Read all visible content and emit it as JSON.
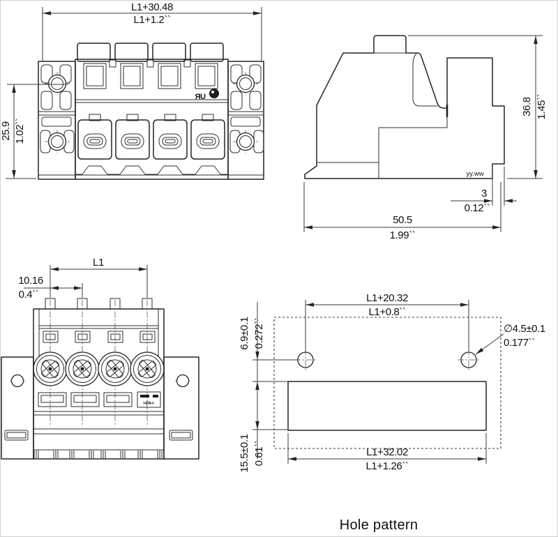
{
  "caption": "Hole pattern",
  "markings": {
    "date_code": "yy.ww",
    "ul": "ЯU",
    "material": ">PA<"
  },
  "front_view": {
    "width_mm": "L1+30.48",
    "width_in": "L1+1.2``",
    "height_mm": "25.9",
    "height_in": "1.02``"
  },
  "side_view": {
    "height_mm": "36.8",
    "height_in": "1.45``",
    "step_mm": "3",
    "step_in": "0.12``",
    "depth_mm": "50.5",
    "depth_in": "1.99``"
  },
  "top_view": {
    "length_mm": "L1",
    "pitch_mm": "10.16",
    "pitch_in": "0.4``"
  },
  "hole_pattern": {
    "span_mm": "L1+20.32",
    "span_in": "L1+0.8``",
    "offset_mm": "6.9±0.1",
    "offset_in": "0.272``",
    "dia_mm": "∅4.5±0.1",
    "dia_in": "0.177``",
    "height_mm": "15.5±0.1",
    "height_in": "0.61``",
    "width_mm": "L1+32.02",
    "width_in": "L1+1.26``"
  }
}
